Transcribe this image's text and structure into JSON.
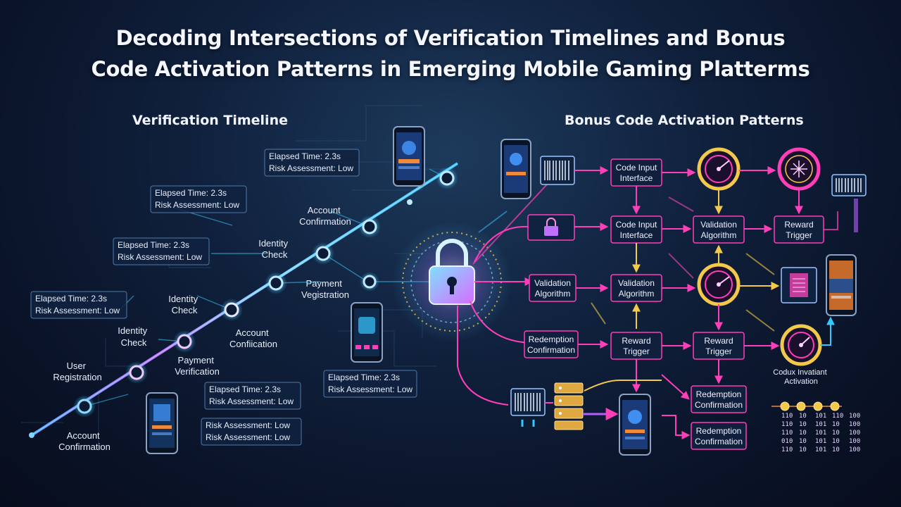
{
  "title": {
    "line1": "Decoding Intersections of Verification Timelines and Bonus",
    "line2": "Code Activation Patterns in Emerging Mobile Gaming Platterms"
  },
  "left_section_title": "Verification Timeline",
  "right_section_title": "Bonus Code Activation Patterns",
  "timeline_labels": {
    "account_confirmation_bottom": [
      "Account",
      "Confirmation"
    ],
    "user_registration": [
      "User",
      "Registration"
    ],
    "identity_check_1": [
      "Identity",
      "Check"
    ],
    "payment_verification": [
      "Payment",
      "Verification"
    ],
    "identity_check_2": [
      "Identity",
      "Check"
    ],
    "account_confiication": [
      "Account",
      "Confiication"
    ],
    "identity_check_3": [
      "Identity",
      "Check"
    ],
    "payment_vegistration": [
      "Payment",
      "Vegistration"
    ],
    "account_confirmation_top": [
      "Account",
      "Confirmation"
    ]
  },
  "info_boxes": {
    "box1": [
      "Elapsed Time: 2.3s",
      "Risk Assessment: Low"
    ],
    "box2": [
      "Elapsed Time: 2.3s",
      "Risk Assessment: Low"
    ],
    "box3": [
      "Elapsed Time: 2.3s",
      "Risk Assessment: Low"
    ],
    "box4": [
      "Elapsed Time: 2.3s",
      "Risk Assessment: Low"
    ],
    "box5": [
      "Elapsed Time: 2.3s",
      "Risk Assessment: Low"
    ],
    "box6": [
      "Elapsed Time: 2.3s",
      "Risk Assessment: Low"
    ],
    "box7": [
      "Risk Assessment: Low",
      "Risk Assessment: Low"
    ]
  },
  "flow_boxes": {
    "code_input_1": [
      "Code Input",
      "Interface"
    ],
    "code_input_2": [
      "Code Input",
      "Interface"
    ],
    "validation_algorithm_1": [
      "Validation",
      "Algorithm"
    ],
    "validation_algorithm_2": [
      "Validation",
      "Algorithm"
    ],
    "validation_algorithm_3": [
      "Validation",
      "Algorithm"
    ],
    "reward_trigger_1": [
      "Reward",
      "Trigger"
    ],
    "reward_trigger_2": [
      "Reward",
      "Trigger"
    ],
    "reward_trigger_3": [
      "Reward",
      "Trigger"
    ],
    "redemption_confirmation_1": [
      "Redemption",
      "Confirmation"
    ],
    "redemption_confirmation_2": [
      "Redemption",
      "Confirmation"
    ],
    "redemption_confirmation_3": [
      "Redemption",
      "Confirmation"
    ]
  },
  "codux_label": [
    "Codux Invatiant",
    "Activation"
  ],
  "binary_rows": [
    [
      "110",
      "10",
      "101",
      "110",
      "100"
    ],
    [
      "110",
      "10",
      "101",
      "10",
      "100"
    ],
    [
      "110",
      "10",
      "101",
      "10",
      "100"
    ],
    [
      "010",
      "10",
      "101",
      "10",
      "100"
    ],
    [
      "110",
      "10",
      "101",
      "10",
      "100"
    ]
  ],
  "icons": [
    "padlock-icon",
    "phone-icon",
    "barcode-icon",
    "target-dial-icon",
    "server-stack-icon",
    "document-icon"
  ],
  "colors": {
    "cyan": "#37c8ff",
    "magenta": "#ff3fb8",
    "purple": "#b35cff",
    "yellow": "#f3c94b",
    "orange": "#f08a3a"
  }
}
